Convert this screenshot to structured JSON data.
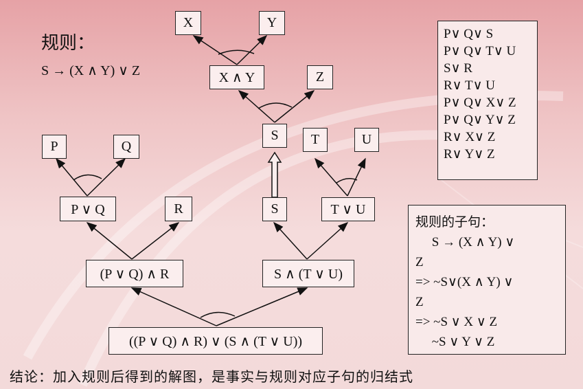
{
  "rule": {
    "title": "规则：",
    "expression": "S → (X ∧ Y) ∨ Z"
  },
  "nodes": {
    "x": "X",
    "y": "Y",
    "x_and_y": "X ∧ Y",
    "z": "Z",
    "s_top": "S",
    "t": "T",
    "u": "U",
    "p": "P",
    "q": "Q",
    "p_or_q": "P ∨ Q",
    "r": "R",
    "s_mid": "S",
    "t_or_u": "T ∨ U",
    "pq_and_r": "(P ∨ Q) ∧ R",
    "s_and_tu": "S ∧ (T ∨ U)",
    "root": "((P ∨ Q) ∧ R) ∨ (S ∧ (T ∨ U))"
  },
  "facts": [
    "P∨ Q∨ S",
    "P∨ Q∨ T∨ U",
    "S∨ R",
    "R∨ T∨ U",
    "P∨ Q∨ X∨ Z",
    "P∨ Q∨ Y∨ Z",
    "R∨ X∨ Z",
    "R∨ Y∨ Z"
  ],
  "rule_clauses": {
    "title": "规则的子句：",
    "lines": [
      "     S → (X ∧ Y) ∨",
      "Z",
      "=> ~S∨(X ∧ Y) ∨",
      "Z",
      "=> ~S ∨ X ∨ Z",
      "     ~S ∨ Y ∨ Z"
    ]
  },
  "conclusion": "结论：加入规则后得到的解图，是事实与规则对应子句的归结式"
}
